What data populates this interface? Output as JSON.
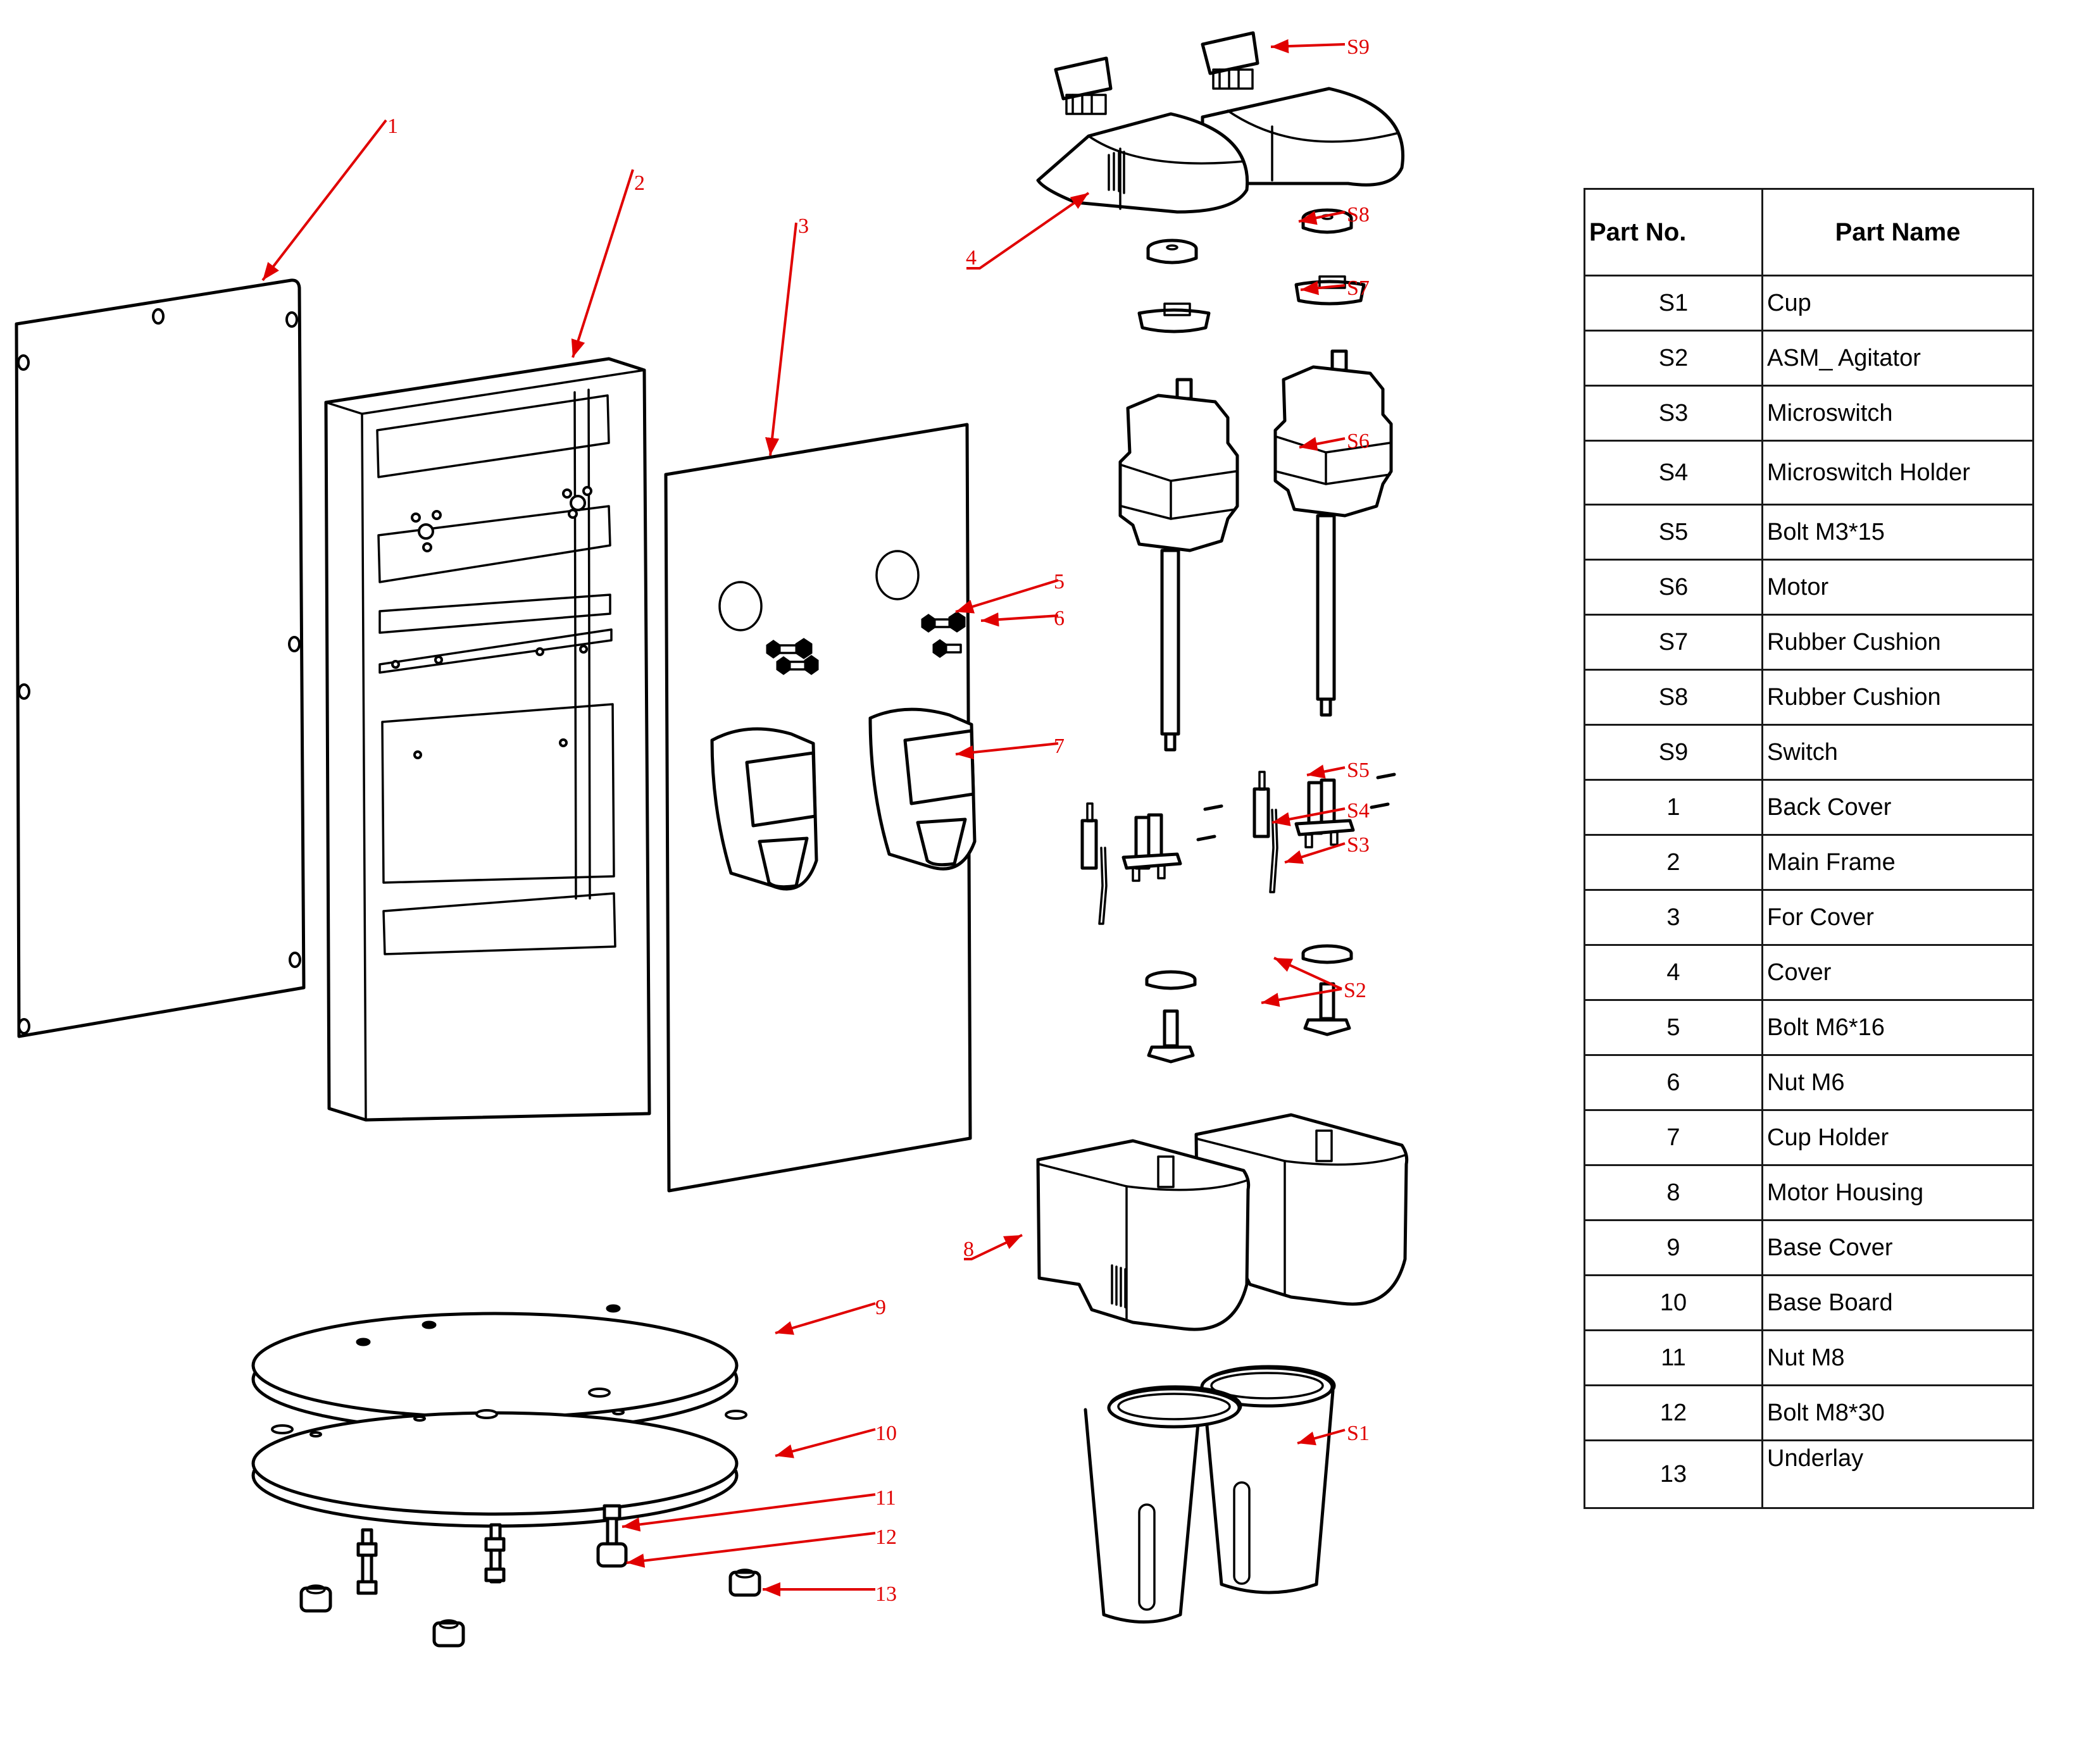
{
  "diagram": {
    "title": "Exploded view - drink mixer assembly",
    "callouts": [
      {
        "id": "1",
        "label": "1",
        "part": "Back Cover"
      },
      {
        "id": "2",
        "label": "2",
        "part": "Main Frame"
      },
      {
        "id": "3",
        "label": "3",
        "part": "For Cover"
      },
      {
        "id": "4",
        "label": "4",
        "part": "Cover"
      },
      {
        "id": "5",
        "label": "5",
        "part": "Bolt M6*16"
      },
      {
        "id": "6",
        "label": "6",
        "part": "Nut M6"
      },
      {
        "id": "7",
        "label": "7",
        "part": "Cup Holder"
      },
      {
        "id": "8",
        "label": "8",
        "part": "Motor Housing"
      },
      {
        "id": "9",
        "label": "9",
        "part": "Base Cover"
      },
      {
        "id": "10",
        "label": "10",
        "part": "Base Board"
      },
      {
        "id": "11",
        "label": "11",
        "part": "Nut M8"
      },
      {
        "id": "12",
        "label": "12",
        "part": "Bolt M8*30"
      },
      {
        "id": "13",
        "label": "13",
        "part": "Underlay"
      },
      {
        "id": "S1",
        "label": "S1",
        "part": "Cup"
      },
      {
        "id": "S2",
        "label": "S2",
        "part": "ASM_ Agitator"
      },
      {
        "id": "S3",
        "label": "S3",
        "part": "Microswitch"
      },
      {
        "id": "S4",
        "label": "S4",
        "part": "Microswitch Holder"
      },
      {
        "id": "S5",
        "label": "S5",
        "part": "Bolt M3*15"
      },
      {
        "id": "S6",
        "label": "S6",
        "part": "Motor"
      },
      {
        "id": "S7",
        "label": "S7",
        "part": "Rubber Cushion"
      },
      {
        "id": "S8",
        "label": "S8",
        "part": "Rubber Cushion"
      },
      {
        "id": "S9",
        "label": "S9",
        "part": "Switch"
      }
    ],
    "colors": {
      "callout": "#e00000",
      "line": "#000000",
      "background": "#ffffff"
    }
  },
  "table": {
    "headers": {
      "part_no": "Part No.",
      "part_name": "Part Name"
    },
    "rows": [
      {
        "no": "S1",
        "name": "Cup"
      },
      {
        "no": "S2",
        "name": "ASM_ Agitator"
      },
      {
        "no": "S3",
        "name": "Microswitch"
      },
      {
        "no": "S4",
        "name": "Microswitch Holder"
      },
      {
        "no": "S5",
        "name": "Bolt M3*15"
      },
      {
        "no": "S6",
        "name": "Motor"
      },
      {
        "no": "S7",
        "name": "Rubber Cushion"
      },
      {
        "no": "S8",
        "name": "Rubber Cushion"
      },
      {
        "no": "S9",
        "name": "Switch"
      },
      {
        "no": "1",
        "name": "Back Cover"
      },
      {
        "no": "2",
        "name": "Main Frame"
      },
      {
        "no": "3",
        "name": "For Cover"
      },
      {
        "no": "4",
        "name": "Cover"
      },
      {
        "no": "5",
        "name": "Bolt M6*16"
      },
      {
        "no": "6",
        "name": "Nut M6"
      },
      {
        "no": "7",
        "name": "Cup Holder"
      },
      {
        "no": "8",
        "name": "Motor Housing"
      },
      {
        "no": "9",
        "name": "Base Cover"
      },
      {
        "no": "10",
        "name": "Base Board"
      },
      {
        "no": "11",
        "name": "Nut M8"
      },
      {
        "no": "12",
        "name": "Bolt M8*30"
      },
      {
        "no": "13",
        "name": "Underlay"
      }
    ]
  }
}
